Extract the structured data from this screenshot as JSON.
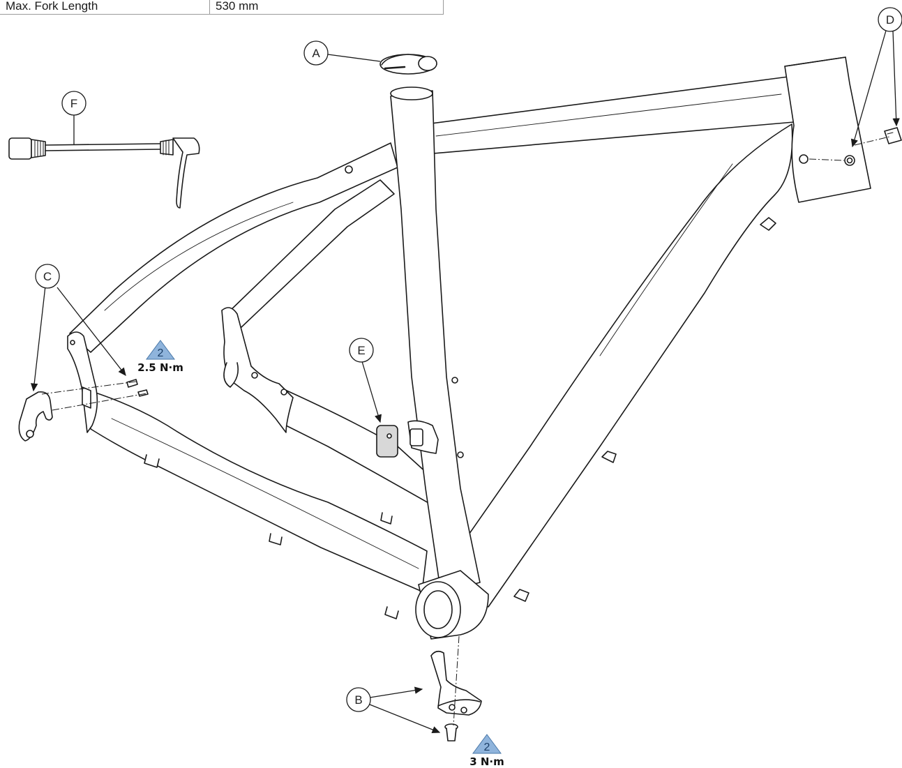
{
  "spec_table": {
    "label": "Max. Fork Length",
    "value": "530 mm"
  },
  "callouts": [
    {
      "letter": "A",
      "part": "seat-clamp"
    },
    {
      "letter": "B",
      "part": "kickstand-plate-and-bolt"
    },
    {
      "letter": "C",
      "part": "derailleur-hanger-and-bolts"
    },
    {
      "letter": "D",
      "part": "headset-cable-port"
    },
    {
      "letter": "E",
      "part": "cable-guide-cover"
    },
    {
      "letter": "F",
      "part": "quick-release-skewer"
    }
  ],
  "torque_specs": [
    {
      "id": "hanger",
      "tool_number": "2",
      "torque": "2.5 N·m"
    },
    {
      "id": "kickstand",
      "tool_number": "2",
      "torque": "3 N·m"
    }
  ],
  "colors": {
    "line": "#1a1a1a",
    "torque_triangle": "#8fb4dc",
    "frame_fill": "#ffffff",
    "part_fill": "#d8d8d8"
  }
}
